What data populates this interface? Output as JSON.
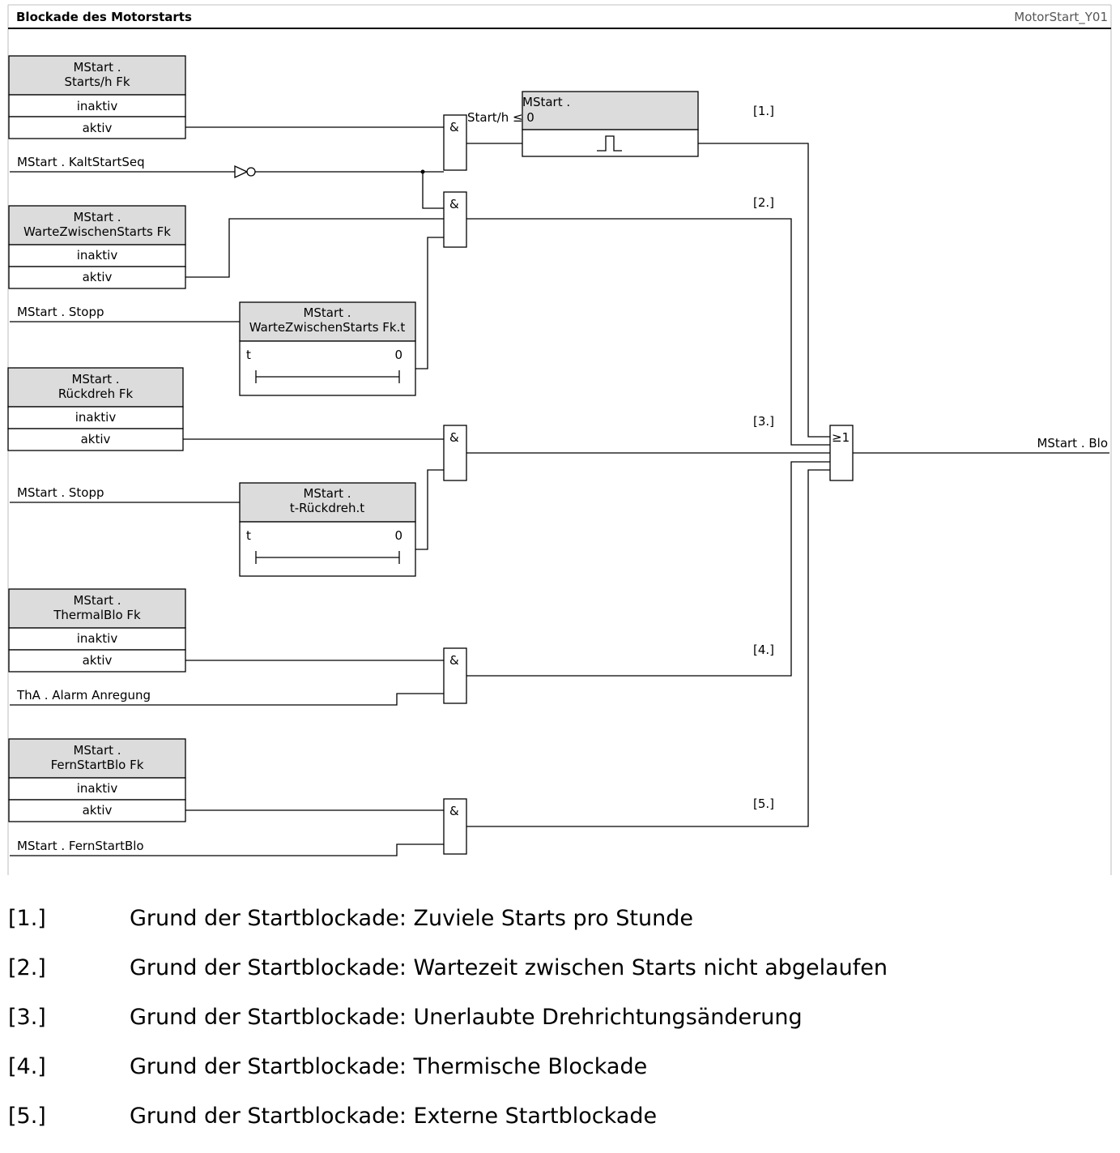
{
  "title": "Blockade des Motorstarts",
  "diagram_code": "MotorStart_Y01",
  "blocks": {
    "starts": {
      "header1": "MStart .",
      "header2": "Starts/h Fk",
      "opt1": "inaktiv",
      "opt2": "aktiv"
    },
    "warte": {
      "header1": "MStart .",
      "header2": "WarteZwischenStarts Fk",
      "opt1": "inaktiv",
      "opt2": "aktiv"
    },
    "rueck": {
      "header1": "MStart .",
      "header2": "Rückdreh Fk",
      "opt1": "inaktiv",
      "opt2": "aktiv"
    },
    "thermal": {
      "header1": "MStart .",
      "header2": "ThermalBlo Fk",
      "opt1": "inaktiv",
      "opt2": "aktiv"
    },
    "fern": {
      "header1": "MStart .",
      "header2": "FernStartBlo Fk",
      "opt1": "inaktiv",
      "opt2": "aktiv"
    }
  },
  "signals": {
    "kalt": "MStart . KaltStartSeq",
    "stopp1": "MStart . Stopp",
    "stopp2": "MStart . Stopp",
    "tha": "ThA . Alarm Anregung",
    "fernsig": "MStart . FernStartBlo",
    "output": "MStart . Blo"
  },
  "timers": {
    "warte": {
      "header1": "MStart .",
      "header2": "WarteZwischenStarts Fk.t",
      "t": "t",
      "zero": "0"
    },
    "rueck": {
      "header1": "MStart .",
      "header2": "t-Rückdreh.t",
      "t": "t",
      "zero": "0"
    }
  },
  "comparator": {
    "header1": "MStart .",
    "header2": "Start/h ≤ 0"
  },
  "gates": {
    "and": "&",
    "or": "≥1"
  },
  "markers": [
    "[1.]",
    "[2.]",
    "[3.]",
    "[4.]",
    "[5.]"
  ],
  "legend": [
    {
      "key": "[1.]",
      "text": "Grund der Startblockade: Zuviele Starts pro Stunde"
    },
    {
      "key": "[2.]",
      "text": "Grund der Startblockade: Wartezeit zwischen Starts nicht abgelaufen"
    },
    {
      "key": "[3.]",
      "text": "Grund der Startblockade: Unerlaubte Drehrichtungsänderung"
    },
    {
      "key": "[4.]",
      "text": "Grund der Startblockade: Thermische Blockade"
    },
    {
      "key": "[5.]",
      "text": "Grund der Startblockade: Externe Startblockade"
    }
  ]
}
